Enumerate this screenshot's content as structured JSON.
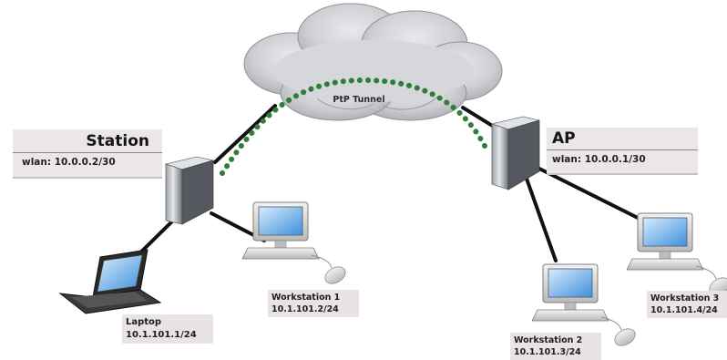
{
  "cloud": {
    "tunnel_label": "PtP Tunnel"
  },
  "station": {
    "title": "Station",
    "wlan": "wlan: 10.0.0.2/30"
  },
  "ap": {
    "title": "AP",
    "wlan": "wlan: 10.0.0.1/30"
  },
  "hosts": {
    "laptop": {
      "name": "Laptop",
      "ip": "10.1.101.1/24"
    },
    "ws1": {
      "name": "Workstation 1",
      "ip": "10.1.101.2/24"
    },
    "ws2": {
      "name": "Workstation 2",
      "ip": "10.1.101.3/24"
    },
    "ws3": {
      "name": "Workstation 3",
      "ip": "10.1.101.4/24"
    }
  },
  "colors": {
    "tunnel": "#2f7d3a",
    "cable": "#111111",
    "label_bg": "#e9e3e3",
    "cloud": "#cfd0d4"
  },
  "icons": [
    "cloud-icon",
    "router-icon",
    "laptop-icon",
    "workstation-icon",
    "mouse-icon"
  ]
}
